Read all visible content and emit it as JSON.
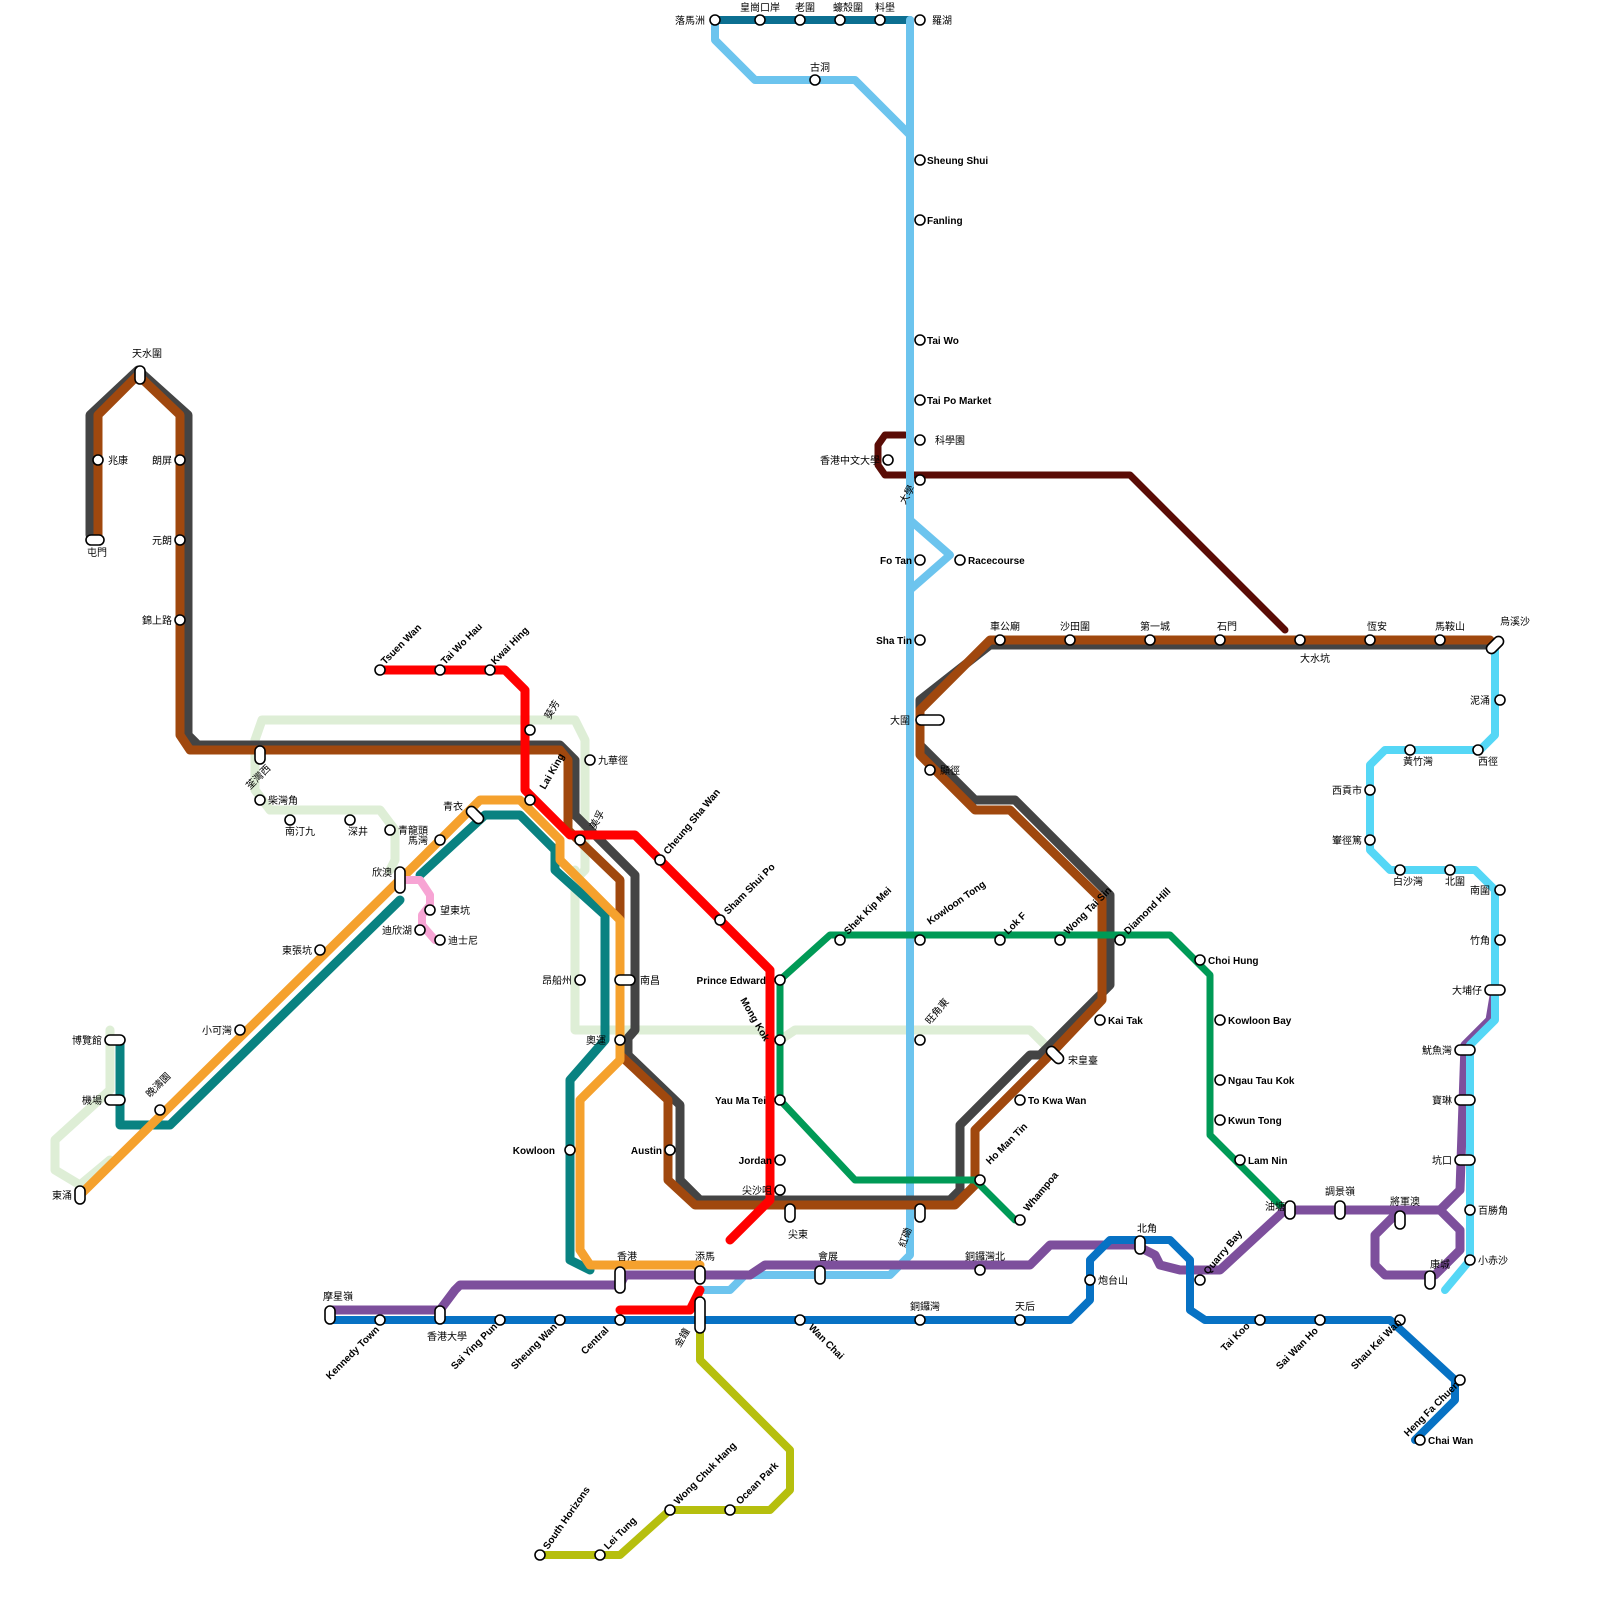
{
  "colors": {
    "east_rail": "#6cc4ee",
    "lok_ma_chau_spur": "#0c6f91",
    "ma_on_shan": "#a0480e",
    "west_rail": "#444444",
    "tsuen_wan": "#ff0000",
    "kwun_tong": "#009a56",
    "island": "#0772c4",
    "tseung_kwan_o": "#7d4f9c",
    "tung_chung": "#098281",
    "airport_express": "#f5a12d",
    "disneyland": "#f7a4d4",
    "tuen_ma_ext": "#5a0c06",
    "south_island": "#b6bf0e",
    "tko_branch": "#55d7f6",
    "future_dashed": "#deeed6"
  },
  "stations": [
    {
      "id": "lok_ma_chau",
      "label": "落馬洲",
      "style": "normal"
    },
    {
      "id": "hong_kong_port",
      "label": "皇崗口岸",
      "style": "normal"
    },
    {
      "id": "lo_wai",
      "label": "老圍",
      "style": "normal"
    },
    {
      "id": "ho_sheung",
      "label": "蠔殼圍",
      "style": "normal"
    },
    {
      "id": "liu_pok",
      "label": "料壆",
      "style": "normal"
    },
    {
      "id": "lo_wu",
      "label": "羅湖",
      "style": "normal"
    },
    {
      "id": "kwu_tung",
      "label": "古洞",
      "style": "normal"
    },
    {
      "id": "sheung_shui",
      "label": "Sheung Shui",
      "style": "bold"
    },
    {
      "id": "fanling",
      "label": "Fanling",
      "style": "bold"
    },
    {
      "id": "tai_wo",
      "label": "Tai Wo",
      "style": "bold"
    },
    {
      "id": "tai_po_market",
      "label": "Tai Po Market",
      "style": "bold"
    },
    {
      "id": "science_park",
      "label": "科學園",
      "style": "normal"
    },
    {
      "id": "cuhk",
      "label": "香港中文大學",
      "style": "normal"
    },
    {
      "id": "university",
      "label": "大學",
      "style": "normal"
    },
    {
      "id": "fo_tan",
      "label": "Fo Tan",
      "style": "bold"
    },
    {
      "id": "racecourse",
      "label": "Racecourse",
      "style": "bold"
    },
    {
      "id": "sha_tin",
      "label": "Sha Tin",
      "style": "bold"
    },
    {
      "id": "tai_wai",
      "label": "大圍",
      "style": "normal"
    },
    {
      "id": "hin_keng",
      "label": "顯徑",
      "style": "normal"
    },
    {
      "id": "kowloon_tong",
      "label": "Kowloon Tong",
      "style": "bold"
    },
    {
      "id": "mong_kok_east",
      "label": "旺角東",
      "style": "normal"
    },
    {
      "id": "hung_hom",
      "label": "紅磡",
      "style": "normal"
    },
    {
      "id": "che_kung_temple",
      "label": "車公廟",
      "style": "normal"
    },
    {
      "id": "sha_tin_wai",
      "label": "沙田圍",
      "style": "normal"
    },
    {
      "id": "city_one",
      "label": "第一城",
      "style": "normal"
    },
    {
      "id": "shek_mun",
      "label": "石門",
      "style": "normal"
    },
    {
      "id": "tai_shui_hang",
      "label": "大水坑",
      "style": "normal"
    },
    {
      "id": "heng_on",
      "label": "恆安",
      "style": "normal"
    },
    {
      "id": "ma_on_shan",
      "label": "馬鞍山",
      "style": "normal"
    },
    {
      "id": "wu_kai_sha",
      "label": "烏溪沙",
      "style": "normal"
    },
    {
      "id": "nai_chung",
      "label": "泥涌",
      "style": "normal"
    },
    {
      "id": "wong_chuk_wan",
      "label": "黃竹灣",
      "style": "normal"
    },
    {
      "id": "sai_kung_west",
      "label": "西徑",
      "style": "normal"
    },
    {
      "id": "sai_kung_town",
      "label": "西貢市",
      "style": "normal"
    },
    {
      "id": "hebe_haven",
      "label": "輋徑篤",
      "style": "normal"
    },
    {
      "id": "pak_sha_wan",
      "label": "白沙灣",
      "style": "normal"
    },
    {
      "id": "north_garden",
      "label": "北圍",
      "style": "normal"
    },
    {
      "id": "nam_wai",
      "label": "南圍",
      "style": "normal"
    },
    {
      "id": "chuk_kok",
      "label": "竹角",
      "style": "normal"
    },
    {
      "id": "tai_po_tsai",
      "label": "大埔仔",
      "style": "normal"
    },
    {
      "id": "tiu_keng_leng_n",
      "label": "魷魚灣",
      "style": "normal"
    },
    {
      "id": "po_lam",
      "label": "寶琳",
      "style": "normal"
    },
    {
      "id": "hang_hau",
      "label": "坑口",
      "style": "normal"
    },
    {
      "id": "pak_shing_kok",
      "label": "百勝角",
      "style": "normal"
    },
    {
      "id": "siu_chik_sha",
      "label": "小赤沙",
      "style": "normal"
    },
    {
      "id": "lohas_park",
      "label": "康城",
      "style": "normal"
    },
    {
      "id": "tseung_kwan_o",
      "label": "將軍澳",
      "style": "normal"
    },
    {
      "id": "tiu_keng_leng",
      "label": "調景嶺",
      "style": "normal"
    },
    {
      "id": "yau_tong",
      "label": "油塘",
      "style": "normal"
    },
    {
      "id": "tin_shui_wai",
      "label": "天水圍",
      "style": "normal"
    },
    {
      "id": "siu_hong",
      "label": "兆康",
      "style": "normal"
    },
    {
      "id": "tuen_mun",
      "label": "屯門",
      "style": "normal"
    },
    {
      "id": "long_ping",
      "label": "朗屏",
      "style": "normal"
    },
    {
      "id": "yuen_long",
      "label": "元朗",
      "style": "normal"
    },
    {
      "id": "kam_sheung_road",
      "label": "錦上路",
      "style": "normal"
    },
    {
      "id": "tsuen_wan_west",
      "label": "荃灣西",
      "style": "normal"
    },
    {
      "id": "chai_wan_kok",
      "label": "柴灣角",
      "style": "normal"
    },
    {
      "id": "nam_ting_kau",
      "label": "南汀九",
      "style": "normal"
    },
    {
      "id": "sham_tseng",
      "label": "深井",
      "style": "normal"
    },
    {
      "id": "tsing_lung_tau",
      "label": "青龍頭",
      "style": "normal"
    },
    {
      "id": "ma_wan",
      "label": "馬灣",
      "style": "normal"
    },
    {
      "id": "tsing_yi",
      "label": "青衣",
      "style": "normal"
    },
    {
      "id": "yan_o",
      "label": "欣澳",
      "style": "normal"
    },
    {
      "id": "sunny_bay",
      "label": "望東坑",
      "style": "normal"
    },
    {
      "id": "disney_lake",
      "label": "迪欣湖",
      "style": "normal"
    },
    {
      "id": "disneyland",
      "label": "迪士尼",
      "style": "normal"
    },
    {
      "id": "tung_chung_east",
      "label": "東涌",
      "style": "normal"
    },
    {
      "id": "tung_chung_w",
      "label": "東張坑",
      "style": "normal"
    },
    {
      "id": "siu_ho_wan",
      "label": "小可灣",
      "style": "normal"
    },
    {
      "id": "tai_ho",
      "label": "晚濤園",
      "style": "normal"
    },
    {
      "id": "airport",
      "label": "機場",
      "style": "normal"
    },
    {
      "id": "asiaworld",
      "label": "博覽館",
      "style": "normal"
    },
    {
      "id": "tsuen_wan",
      "label": "Tsuen Wan",
      "style": "bold"
    },
    {
      "id": "tai_wo_hau",
      "label": "Tai Wo Hau",
      "style": "bold"
    },
    {
      "id": "kwai_hing",
      "label": "Kwai Hing",
      "style": "bold"
    },
    {
      "id": "kwai_fong",
      "label": "葵芳",
      "style": "normal"
    },
    {
      "id": "lai_king",
      "label": "Lai King",
      "style": "bold"
    },
    {
      "id": "mei_foo",
      "label": "美孚",
      "style": "normal"
    },
    {
      "id": "kau_wah_keng",
      "label": "九華徑",
      "style": "normal"
    },
    {
      "id": "cheung_sha_wan",
      "label": "Cheung Sha Wan",
      "style": "bold"
    },
    {
      "id": "sham_shui_po",
      "label": "Sham Shui Po",
      "style": "bold"
    },
    {
      "id": "prince_edward",
      "label": "Prince Edward",
      "style": "bold"
    },
    {
      "id": "mong_kok",
      "label": "Mong Kok",
      "style": "bold"
    },
    {
      "id": "yau_ma_tei",
      "label": "Yau Ma Tei",
      "style": "bold"
    },
    {
      "id": "jordan",
      "label": "Jordan",
      "style": "bold"
    },
    {
      "id": "tsim_sha_tsui",
      "label": "尖沙咀",
      "style": "normal"
    },
    {
      "id": "east_tst",
      "label": "尖東",
      "style": "normal"
    },
    {
      "id": "nam_cheong",
      "label": "南昌",
      "style": "normal"
    },
    {
      "id": "stonecutters",
      "label": "昂船州",
      "style": "normal"
    },
    {
      "id": "olympic",
      "label": "奧運",
      "style": "normal"
    },
    {
      "id": "kowloon",
      "label": "Kowloon",
      "style": "bold"
    },
    {
      "id": "austin",
      "label": "Austin",
      "style": "bold"
    },
    {
      "id": "shek_kip_mei",
      "label": "Shek Kip Mei",
      "style": "bold"
    },
    {
      "id": "lok_fu",
      "label": "Lok F",
      "style": "bold"
    },
    {
      "id": "wong_tai_sin",
      "label": "Wong Tai Sin",
      "style": "bold"
    },
    {
      "id": "diamond_hill",
      "label": "Diamond Hill",
      "style": "bold"
    },
    {
      "id": "choi_hung",
      "label": "Choi Hung",
      "style": "bold"
    },
    {
      "id": "kai_tak",
      "label": "Kai Tak",
      "style": "bold"
    },
    {
      "id": "sung_wong_toi",
      "label": "宋皇臺",
      "style": "normal"
    },
    {
      "id": "to_kwa_wan",
      "label": "To Kwa Wan",
      "style": "bold"
    },
    {
      "id": "ho_man_tin",
      "label": "Ho Man Tin",
      "style": "bold"
    },
    {
      "id": "whampoa",
      "label": "Whampoa",
      "style": "bold"
    },
    {
      "id": "kowloon_bay",
      "label": "Kowloon Bay",
      "style": "bold"
    },
    {
      "id": "ngau_tau_kok",
      "label": "Ngau Tau Kok",
      "style": "bold"
    },
    {
      "id": "kwun_tong",
      "label": "Kwun Tong",
      "style": "bold"
    },
    {
      "id": "lam_tin",
      "label": "Lam Nin",
      "style": "bold"
    },
    {
      "id": "hong_kong",
      "label": "香港",
      "style": "normal"
    },
    {
      "id": "tim_ma",
      "label": "添馬",
      "style": "normal"
    },
    {
      "id": "exhibition",
      "label": "會展",
      "style": "normal"
    },
    {
      "id": "causeway_bay_north",
      "label": "銅鑼灣北",
      "style": "normal"
    },
    {
      "id": "north_point",
      "label": "北角",
      "style": "normal"
    },
    {
      "id": "fortress_hill",
      "label": "炮台山",
      "style": "normal"
    },
    {
      "id": "quarry_bay",
      "label": "Quarry Bay",
      "style": "bold"
    },
    {
      "id": "kennedy_town_n",
      "label": "摩星嶺",
      "style": "normal"
    },
    {
      "id": "kennedy_town",
      "label": "Kennedy Town",
      "style": "bold"
    },
    {
      "id": "hku",
      "label": "香港大學",
      "style": "normal"
    },
    {
      "id": "sai_ying_pun",
      "label": "Sai Ying Pun",
      "style": "bold"
    },
    {
      "id": "sheung_wan",
      "label": "Sheung Wan",
      "style": "bold"
    },
    {
      "id": "central",
      "label": "Central",
      "style": "bold"
    },
    {
      "id": "admiralty",
      "label": "金鐘",
      "style": "normal"
    },
    {
      "id": "wan_chai",
      "label": "Wan Chai",
      "style": "bold"
    },
    {
      "id": "causeway_bay",
      "label": "銅鑼灣",
      "style": "normal"
    },
    {
      "id": "tin_hau",
      "label": "天后",
      "style": "normal"
    },
    {
      "id": "tai_koo",
      "label": "Tai Koo",
      "style": "bold"
    },
    {
      "id": "sai_wan_ho",
      "label": "Sai Wan Ho",
      "style": "bold"
    },
    {
      "id": "shau_kei_wan",
      "label": "Shau Kei Wan",
      "style": "bold"
    },
    {
      "id": "heng_fa_chuen",
      "label": "Heng Fa Chuen",
      "style": "bold"
    },
    {
      "id": "chai_wan",
      "label": "Chai Wan",
      "style": "bold"
    },
    {
      "id": "ocean_park",
      "label": "Ocean Park",
      "style": "bold"
    },
    {
      "id": "wong_chuk_hang",
      "label": "Wong Chuk Hang",
      "style": "bold"
    },
    {
      "id": "lei_tung",
      "label": "Lei Tung",
      "style": "bold"
    },
    {
      "id": "south_horizons",
      "label": "South Horizons",
      "style": "bold"
    }
  ]
}
